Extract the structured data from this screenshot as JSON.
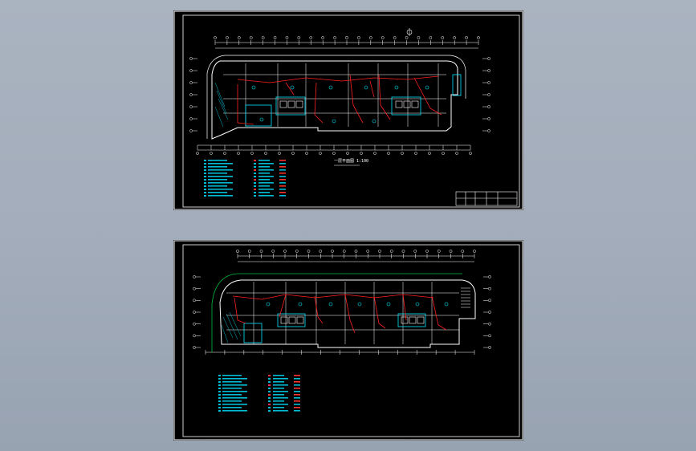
{
  "viewer": {
    "background_color": "#a8b1bf"
  },
  "colors": {
    "paper": "#000000",
    "frame": "#ffffff",
    "wall": "#ffffff",
    "wiring": "#ff2020",
    "fixtures": "#00e5ff",
    "legend_text": "#00bcd4",
    "legend_red": "#ff3030",
    "contour": "#00c040",
    "yellow": "#e0e000"
  },
  "sheets": [
    {
      "name": "upper-floor-plan",
      "title_text": "一层平面图  1:100",
      "title_block_text": "",
      "legend_rows": 12
    },
    {
      "name": "lower-floor-plan",
      "title_text": "",
      "title_block_text": "",
      "legend_rows": 12
    }
  ],
  "icons": {
    "north_arrow": "north-arrow-icon"
  }
}
